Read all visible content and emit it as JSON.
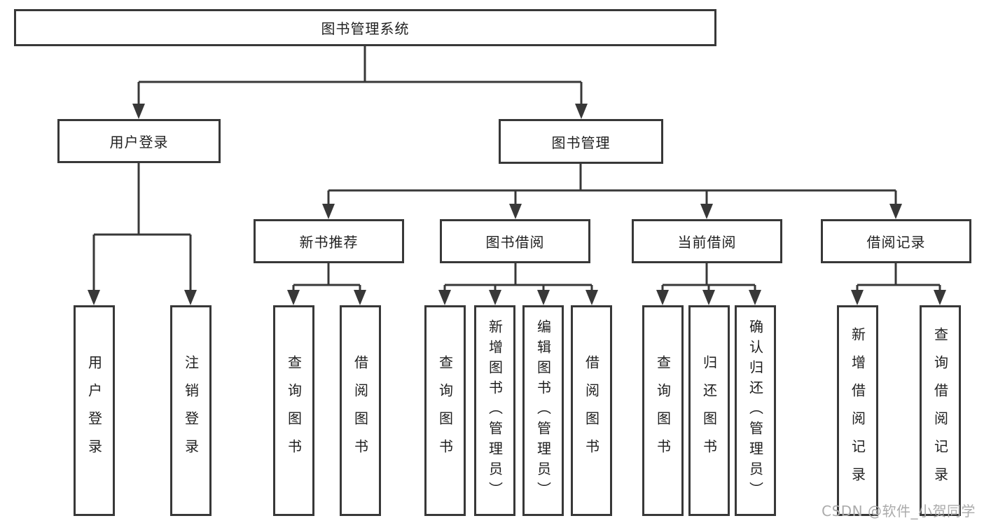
{
  "diagram": {
    "type": "hierarchy",
    "colors": {
      "line": "#383838",
      "box_border": "#383838",
      "text": "#1f1f1f",
      "watermark": "#ababab",
      "background": "#ffffff"
    },
    "tree": {
      "label": "图书管理系统",
      "children": [
        {
          "label": "用户登录",
          "children": [
            {
              "label": "用户登录"
            },
            {
              "label": "注销登录"
            }
          ]
        },
        {
          "label": "图书管理",
          "children": [
            {
              "label": "新书推荐",
              "children": [
                {
                  "label": "查询图书"
                },
                {
                  "label": "借阅图书"
                }
              ]
            },
            {
              "label": "图书借阅",
              "children": [
                {
                  "label": "查询图书"
                },
                {
                  "label": "新增图书（管理员）"
                },
                {
                  "label": "编辑图书（管理员）"
                },
                {
                  "label": "借阅图书"
                }
              ]
            },
            {
              "label": "当前借阅",
              "children": [
                {
                  "label": "查询图书"
                },
                {
                  "label": "归还图书"
                },
                {
                  "label": "确认归还（管理员）"
                }
              ]
            },
            {
              "label": "借阅记录",
              "children": [
                {
                  "label": "新增借阅记录"
                },
                {
                  "label": "查询借阅记录"
                }
              ]
            }
          ]
        }
      ]
    },
    "watermark": {
      "text": "CSDN @软件_小贺同学"
    }
  }
}
